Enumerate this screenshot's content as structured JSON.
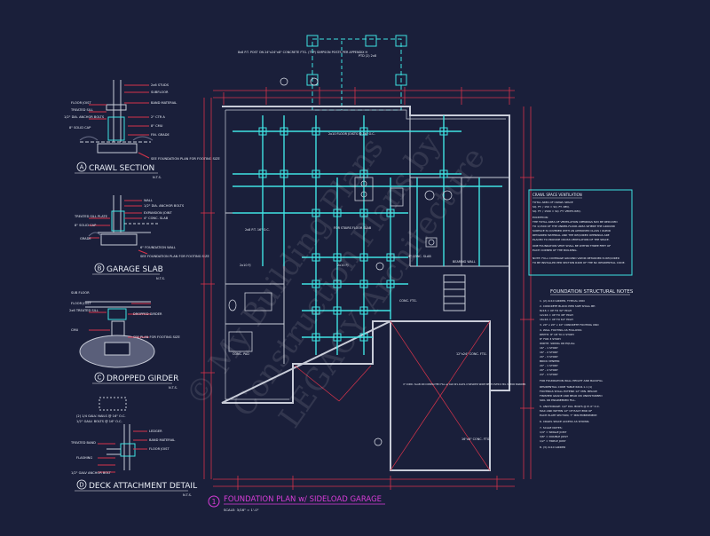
{
  "colors": {
    "background": "#1a1f3a",
    "walls": "#c8ccd8",
    "cyan": "#3fe3e3",
    "red_dim": "#d6334a",
    "magenta": "#d83cd8",
    "text_white": "#e8ecf4"
  },
  "plan": {
    "title": "FOUNDATION PLAN w/ SIDELOAD GARAGE",
    "scale": "SCALE: 3/16\" = 1'-0\"",
    "detail_number": "1",
    "porch_note": "8x8 P.T. POST ON 24\"x24\"x8\" CONCRETE FTG. (TYP) SIMPSON POSTS PER APPENDIX H",
    "ptd_note": "PTD (2) 2x8",
    "room_labels": [
      "2x10 FLOOR JOISTS @ 16\" O.C.",
      "2x8 P.T. 16\" O.C.",
      "2x10 FJ",
      "CONC. PAD",
      "4\" CONC. SLAB",
      "FOR STAIRS FLOOR SLAB",
      "2x10 FJ",
      "BEARING WALL",
      "CONC. FTG."
    ],
    "garage_label": "4\" CONC. SLAB ON COMPACTED FILL w/ 6x6 W1.4xW1.4 WELDED WIRE MESH OVER 6 MIL VAPOR BARRIER",
    "garage_ftg_1": "12\"x24\" CONC. FTG.",
    "garage_ftg_2": "16\"x8\" CONC. FTG."
  },
  "details": {
    "crawl_section": {
      "label": "CRAWL SECTION",
      "letter": "A",
      "scale": "N.T.S.",
      "notes": [
        "2x6 STUDS",
        "SUBFLOOR",
        "FLOOR JOIST",
        "BAND MATERIAL",
        "TREATED SILL",
        "1/2\" DIA. ANCHOR BOLTS",
        "8\" SOLID CAP",
        "2\" CTR A",
        "8\" CMU",
        "FIN. GRADE",
        "SEE FOUNDATION PLAN FOR FOOTING SIZE"
      ]
    },
    "garage_slab": {
      "label": "GARAGE SLAB",
      "letter": "B",
      "scale": "N.T.S.",
      "notes": [
        "WALL",
        "1/2\" DIA. ANCHOR BOLTS",
        "TREATED SILL PLATE",
        "EXPANSION JOINT",
        "4\" CONC. SLAB",
        "8\" SOLID CAP",
        "GRADE",
        "6\" FOUNDATION WALL",
        "SEE FOUNDATION PLAN FOR FOOTING SIZE"
      ]
    },
    "dropped_girder": {
      "label": "DROPPED GIRDER",
      "letter": "C",
      "scale": "N.T.S.",
      "notes": [
        "SUB FLOOR",
        "FLOOR JOIST",
        "2x6 TREATED SILL",
        "DROPPED GIRDER",
        "CMU",
        "SEE PLAN FOR FOOTING SIZE"
      ]
    },
    "deck_attachment": {
      "label": "DECK ATTACHMENT DETAIL",
      "letter": "D",
      "scale": "N.T.S.",
      "notes": [
        "(2) 1/4 GALV. NAILS @ 16\" O.C.",
        "1/2\" GALV. BOLTS @ 16\" O.C.",
        "TREATED BAND",
        "FLOOR JOIST",
        "LEDGER",
        "FLASHING",
        "BAND MATERIAL",
        "1/2\" GALV ANCHOR BOLT"
      ]
    }
  },
  "crawl_ventilation": {
    "title": "CRAWL SPACE VENTILATION",
    "lines": [
      "TOTAL AREA OF CRAWL SPACE",
      "SQ. FT. / 150 =    SQ. FT. REQ.",
      "SQ. FT. / 1500 =   SQ. FT. VENTS REQ.",
      "EXCEPTION:",
      "THE TOTAL AREA OF VENTILATION OPENINGS MAY BE REDUCED",
      "TO 1/1500 OF THE UNDER-FLOOR AREA WHERE THE GROUND",
      "SURFACE IS COVERED WITH AN APPROVED CLASS I VAPOR",
      "RETARDER MATERIAL AND THE REQUIRED OPENINGS ARE",
      "PLACED TO PROVIDE CROSS VENTILATION OF THE SPACE.",
      "ONE FOUNDATION VENT SHALL BE WITHIN THREE FEET OF",
      "EACH CORNER OF THE BUILDING.",
      "NOTE: FULL COVERAGE GROUND VAPOR RETARDER IS REQUIRED",
      "TO BE INSTALLED PER SECTION R408 OF THE NC RESIDENTIAL CODE."
    ]
  },
  "structural_notes": {
    "title": "FOUNDATION STRUCTURAL NOTES",
    "lines": [
      "1. (2) 2x10 GIRDER, TYPICAL UNO",
      "2. CONCRETE BLOCK PIER SIZE SHALL BE:",
      "   8x16 = UP TO 32\" HIGH",
      "   12x16 = UP TO 48\" HIGH",
      "   16x16 = UP TO 64\" HIGH",
      "3. 20\" x 20\" x 10\" CONCRETE FOOTING UNO",
      "4. WALL FOOTING AS FOLLOWS:",
      "   DEPTH: 8\" UP TO 2 STORY",
      "          8\" FOR 3 STORY",
      "   WIDTH: SIDING OR EQUAL:",
      "          16\" - 1 STORY",
      "          16\" - 2 STORY",
      "          20\" - 3 STORY",
      "   BRICK VENEER:",
      "          20\" - 1 STORY",
      "          20\" - 2 STORY",
      "          24\" - 3 STORY",
      "FOR FOUNDATION WALL HEIGHT AND BACKFILL",
      "RESIDENTIAL CODE TABLE R404.1.1 (1)",
      "FOOTINGS SHALL EXTEND 12\" MIN. BELOW",
      "FINISHED GRADE AND BEAR ON UNDISTURBED",
      "SOIL OR ENGINEERED FILL.",
      "5. ANCHORAGE: 1/2\" DIA. BOLTS @ 6'-0\" O.C.",
      "   MAX AND WITHIN 12\" OF EACH END OF",
      "   EACH PLATE SECTION, 7\" MIN EMBEDMENT.",
      "6. CRAWL SPACE ACCESS AS SHOWN.",
      "7. SCALE NOTES:",
      "   1/4\" = SINGLE JOIST",
      "   3/8\" = DOUBLE JOIST",
      "   1/2\" = TRIPLE JOIST",
      "8. (3) 2x10 GIRDER"
    ]
  },
  "watermark": {
    "lines": [
      "© My Building Plans",
      "Construction Plans by",
      "LEGACY Architecture"
    ]
  }
}
